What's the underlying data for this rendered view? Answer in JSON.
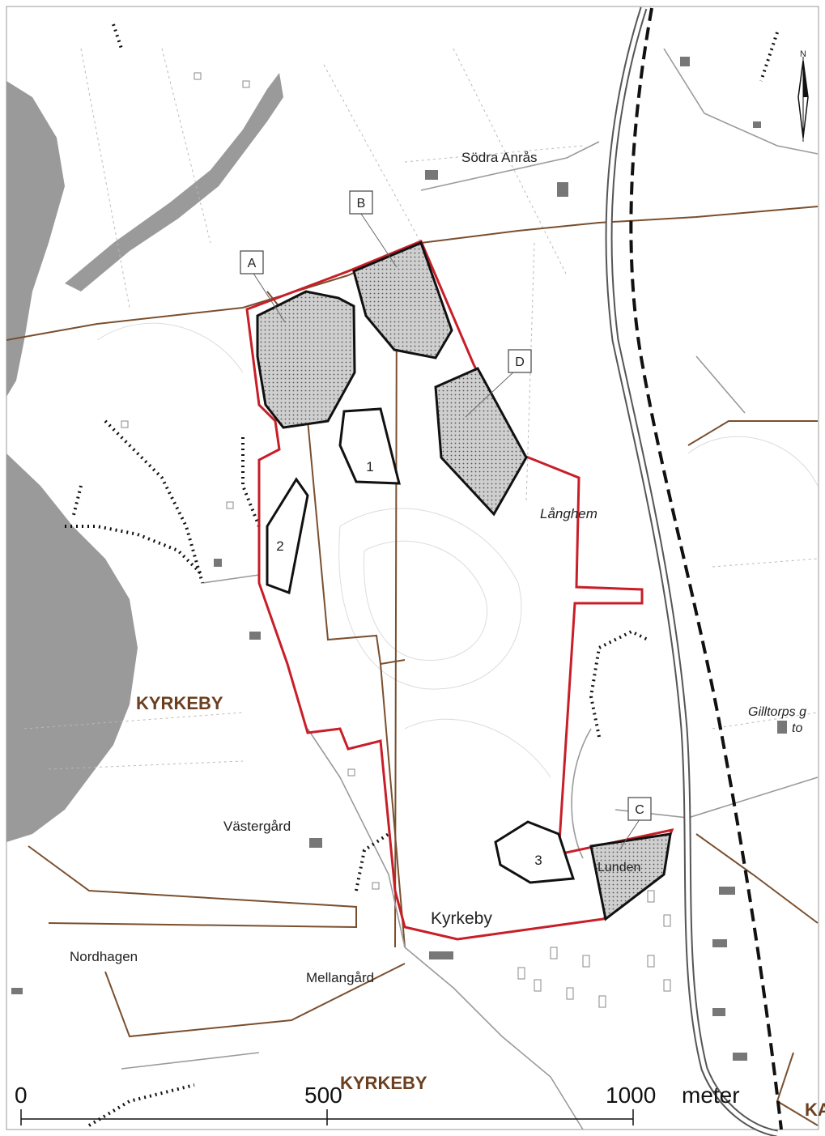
{
  "labels": {
    "sodra_anras": "Södra Anrås",
    "langhem": "Långhem",
    "kyrkeby_district_1": "KYRKEBY",
    "kyrkeby_district_2": "KYRKEBY",
    "kyrkeby": "Kyrkeby",
    "vastergard": "Västergård",
    "nordhagen": "Nordhagen",
    "mellangard": "Mellangård",
    "lunden": "Lunden",
    "gilltorps_1": "Gilltorps g",
    "gilltorps_2": "to",
    "edge_ka": "KA"
  },
  "area_letters": {
    "a": "A",
    "b": "B",
    "c": "C",
    "d": "D"
  },
  "area_numbers": {
    "n1": "1",
    "n2": "2",
    "n3": "3"
  },
  "north_arrow_label": "N",
  "scale_bar": {
    "tick_0": "0",
    "tick_500": "500",
    "tick_1000": "1000",
    "unit": "meter"
  },
  "colors": {
    "boundary_red": "#c81e28",
    "brown_line": "#7a4f2e",
    "water": "#9a9a9a",
    "road": "#555555"
  }
}
